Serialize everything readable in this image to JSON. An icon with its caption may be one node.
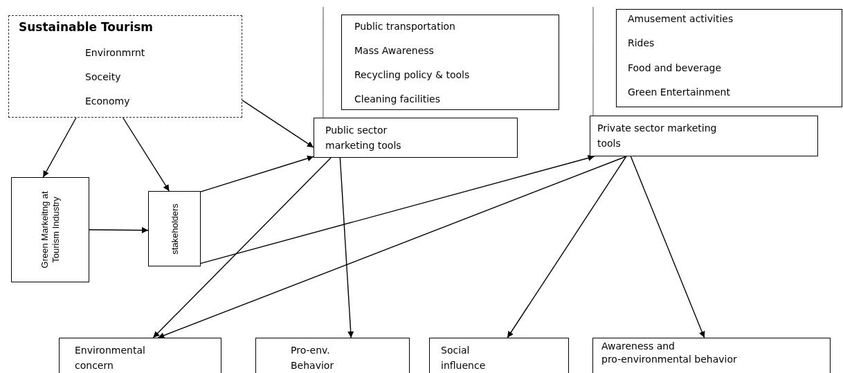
{
  "diagram": {
    "nodes": [
      {
        "text": [
          "Sustainable Tourism",
          "Environmrnt",
          "Soceity",
          "Economy"
        ]
      },
      {
        "text": [
          "Public transportation",
          "Mass Awareness",
          "Recycling policy & tools",
          "Cleaning facilities"
        ]
      },
      {
        "text": [
          "Amusement activities",
          "Rides",
          "Food and beverage",
          "Green Entertainment"
        ]
      },
      {
        "text": [
          "Public sector marketing tools"
        ]
      },
      {
        "text": [
          "Private sector marketing tools"
        ]
      },
      {
        "text": [
          "Green Markeitng at Tourism Industry"
        ]
      },
      {
        "text": [
          "stakeholders"
        ]
      },
      {
        "text": [
          "Environmental concern"
        ]
      },
      {
        "text": [
          "Pro-env. Behavior"
        ]
      },
      {
        "text": [
          "Social influence"
        ]
      },
      {
        "text": [
          "Awareness and pro-environmental behavior"
        ]
      }
    ],
    "edges": [
      {
        "from": 0,
        "to": 5,
        "arrow": "to"
      },
      {
        "from": 0,
        "to": 6,
        "arrow": "to"
      },
      {
        "from": 0,
        "to": 3,
        "arrow": "to"
      },
      {
        "from": 5,
        "to": 6,
        "arrow": "to"
      },
      {
        "from": 6,
        "to": 3,
        "arrow": "to"
      },
      {
        "from": 6,
        "to": 4,
        "arrow": "to"
      },
      {
        "from": 3,
        "to": 7,
        "arrow": "to"
      },
      {
        "from": 3,
        "to": 8,
        "arrow": "to"
      },
      {
        "from": 4,
        "to": 7,
        "arrow": "to"
      },
      {
        "from": 4,
        "to": 9,
        "arrow": "to"
      },
      {
        "from": 4,
        "to": 10,
        "arrow": "to"
      },
      {
        "from": null,
        "to": 3,
        "arrow": "none",
        "color": "#808080"
      },
      {
        "from": null,
        "to": 4,
        "arrow": "none",
        "color": "#808080"
      }
    ]
  }
}
